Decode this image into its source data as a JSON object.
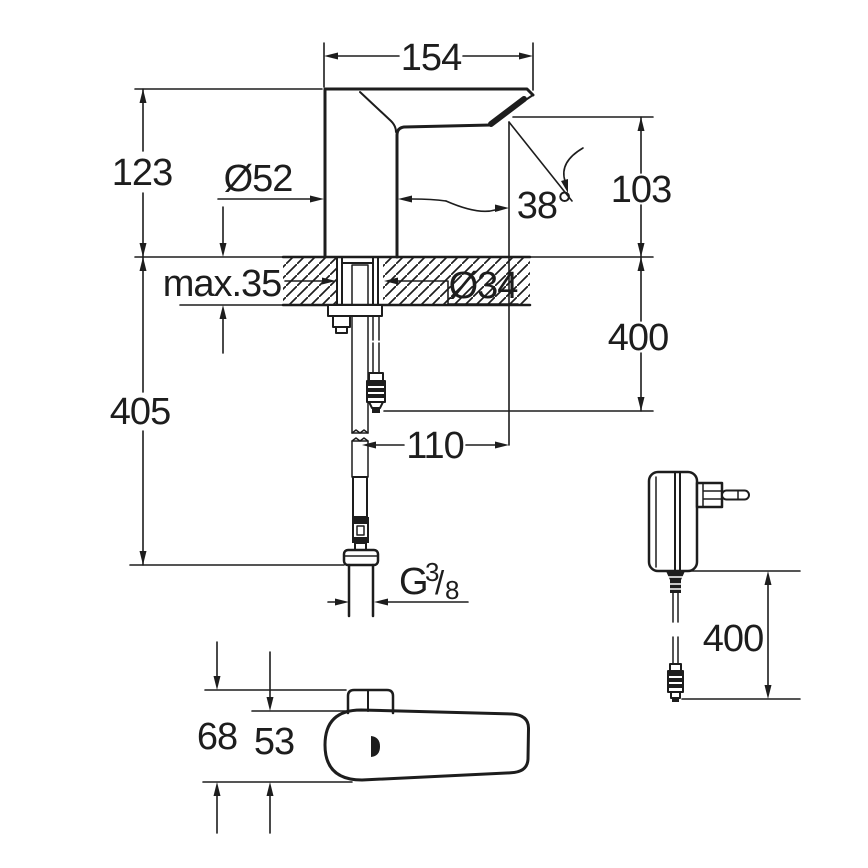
{
  "page": {
    "background": "#ffffff",
    "line_color": "#1d1d1d",
    "description": "Technical dimensional drawing of an infrared electronic basin faucet with supply hose, sensor cable and plug-in power supply"
  },
  "side_view": {
    "dim_width_top": "154",
    "dim_height_above_counter": "123",
    "dim_base_diameter": "Ø52",
    "dim_spray_angle": "38°",
    "dim_spout_height": "103",
    "dim_counter_thickness": "max.35",
    "dim_hole_diameter": "Ø34",
    "dim_cable_length_below_counter": "400",
    "dim_install_depth": "405",
    "dim_outlet_offset": "110",
    "thread_label": {
      "prefix": "G",
      "sup": "3",
      "slash": "/",
      "sub": "8"
    }
  },
  "top_view": {
    "dim_width_with_lever": "68",
    "dim_body_width": "53"
  },
  "power_supply": {
    "dim_cable_length": "400"
  }
}
